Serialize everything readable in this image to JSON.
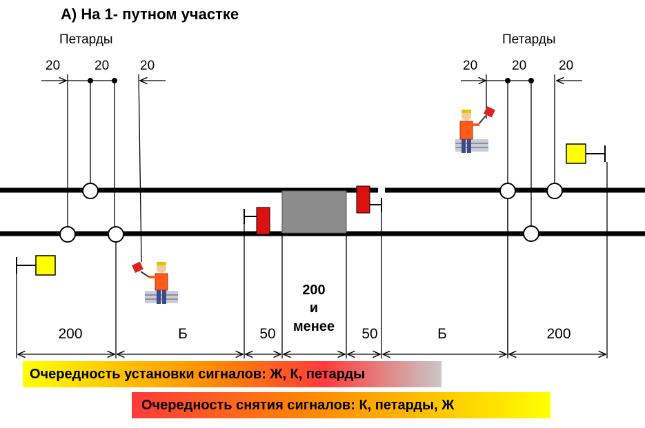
{
  "title": "А) На 1- путном участке",
  "petards_left_label": "Петарды",
  "petards_right_label": "Петарды",
  "top_spacing_left": [
    "20",
    "20",
    "20"
  ],
  "top_spacing_right": [
    "20",
    "20",
    "20"
  ],
  "work_zone_length": [
    "200",
    "и",
    "менее"
  ],
  "bottom_dimensions": [
    "200",
    "Б",
    "50",
    "50",
    "Б",
    "200"
  ],
  "install_order": "Очередность установки сигналов: Ж, К, петарды",
  "remove_order": "Очередность снятия сигналов: К, петарды, Ж",
  "colors": {
    "title": "#cc0000",
    "rail": "#000000",
    "yellow_signal": "#ffff00",
    "red_signal": "#dd1111",
    "work_zone": "#8c8c8c"
  },
  "icons": [
    "petard-icon",
    "yellow-signal-icon",
    "red-signal-icon",
    "signalman-icon"
  ]
}
